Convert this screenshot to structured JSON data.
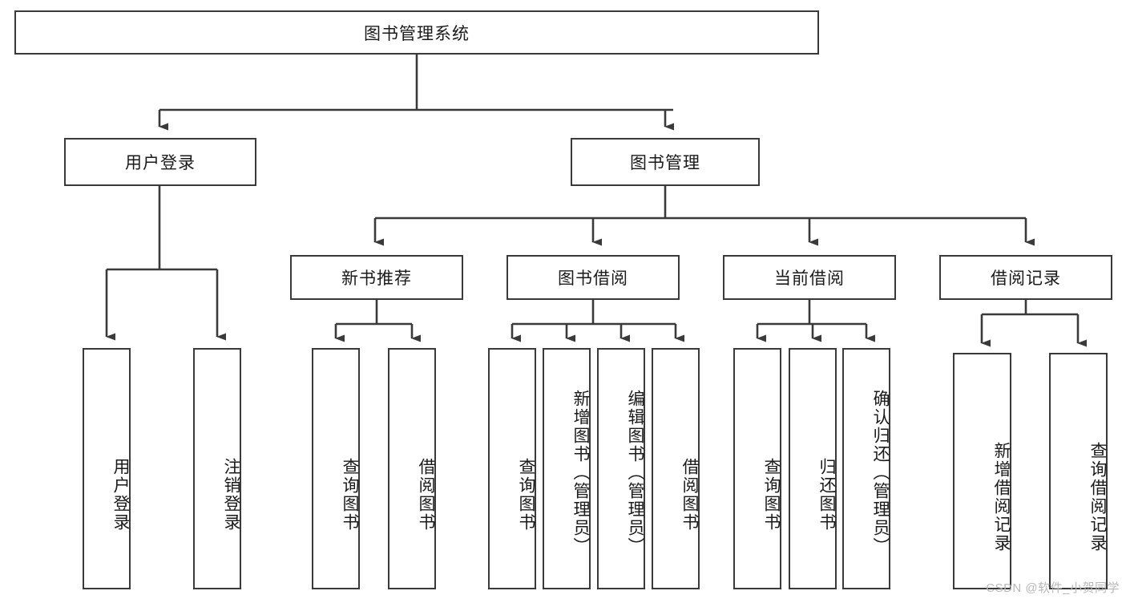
{
  "diagram": {
    "title": "图书管理系统",
    "root": {
      "label": "图书管理系统"
    },
    "level2": [
      {
        "label": "用户登录"
      },
      {
        "label": "图书管理"
      }
    ],
    "level3": [
      {
        "label": "新书推荐"
      },
      {
        "label": "图书借阅"
      },
      {
        "label": "当前借阅"
      },
      {
        "label": "借阅记录"
      }
    ],
    "leaves": {
      "user_login": [
        {
          "label": "用户登录"
        },
        {
          "label": "注销登录"
        }
      ],
      "new_book_recommend": [
        {
          "label": "查询图书"
        },
        {
          "label": "借阅图书"
        }
      ],
      "book_borrow": [
        {
          "label": "查询图书"
        },
        {
          "label": "新增图书（管理员）"
        },
        {
          "label": "编辑图书（管理员）"
        },
        {
          "label": "借阅图书"
        }
      ],
      "current_borrow": [
        {
          "label": "查询图书"
        },
        {
          "label": "归还图书"
        },
        {
          "label": "确认归还（管理员）"
        }
      ],
      "borrow_record": [
        {
          "label": "新增借阅记录"
        },
        {
          "label": "查询借阅记录"
        }
      ]
    },
    "watermark": "CSDN @软件_小贺同学",
    "colors": {
      "border": "#3a3a3a",
      "background": "#ffffff",
      "text": "#1a1a1a",
      "watermark": "#b9b9b9"
    }
  }
}
